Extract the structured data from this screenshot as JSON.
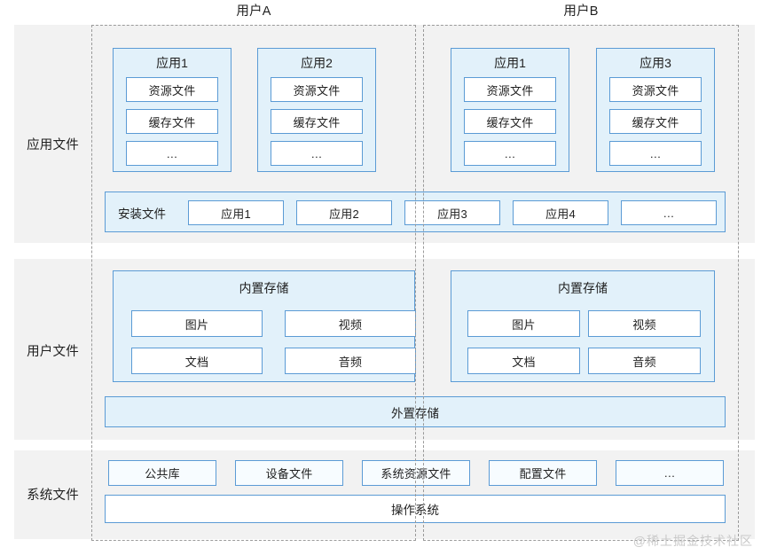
{
  "users": [
    {
      "id": "a",
      "title": "用户A"
    },
    {
      "id": "b",
      "title": "用户B"
    }
  ],
  "bands": {
    "app": {
      "label": "应用文件"
    },
    "user": {
      "label": "用户文件"
    },
    "system": {
      "label": "系统文件"
    }
  },
  "app_layer": {
    "user_a_apps": [
      {
        "title": "应用1",
        "items": [
          "资源文件",
          "缓存文件",
          "…"
        ]
      },
      {
        "title": "应用2",
        "items": [
          "资源文件",
          "缓存文件",
          "…"
        ]
      }
    ],
    "user_b_apps": [
      {
        "title": "应用1",
        "items": [
          "资源文件",
          "缓存文件",
          "…"
        ]
      },
      {
        "title": "应用3",
        "items": [
          "资源文件",
          "缓存文件",
          "…"
        ]
      }
    ],
    "install_row": {
      "label": "安装文件",
      "items": [
        "应用1",
        "应用2",
        "应用3",
        "应用4",
        "…"
      ]
    }
  },
  "user_layer": {
    "storage_a": {
      "title": "内置存储",
      "items": [
        "图片",
        "视频",
        "文档",
        "音频"
      ]
    },
    "storage_b": {
      "title": "内置存储",
      "items": [
        "图片",
        "视频",
        "文档",
        "音频"
      ]
    },
    "external_storage": "外置存储"
  },
  "system_layer": {
    "items": [
      "公共库",
      "设备文件",
      "系统资源文件",
      "配置文件",
      "…"
    ],
    "operating_system": "操作系统"
  },
  "watermark": "@稀土掘金技术社区",
  "colors": {
    "band_bg": "#f2f2f2",
    "box_border": "#5b9bd5",
    "box_fill": "#e2f1fa",
    "dashed": "#9a9a9a",
    "text": "#1f1f1f"
  }
}
